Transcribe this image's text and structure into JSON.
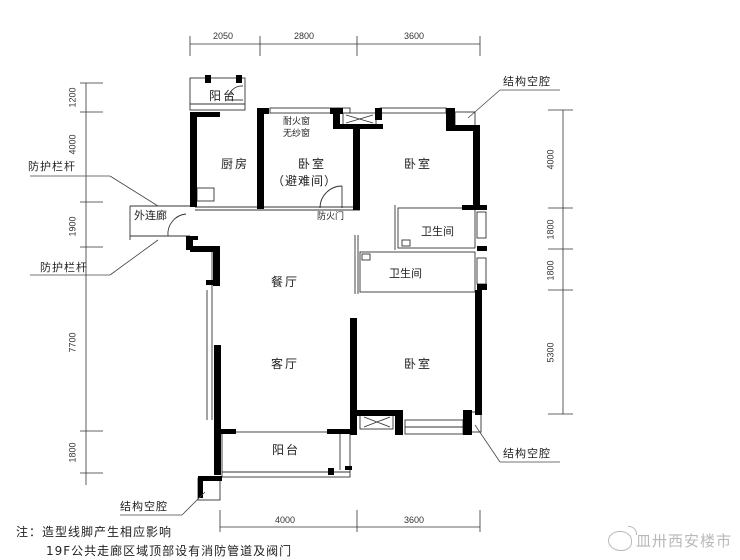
{
  "plan": {
    "top_dimensions": [
      "2050",
      "2800",
      "3600"
    ],
    "bottom_dimensions": [
      "4000",
      "3600"
    ],
    "left_dimensions": [
      "1200",
      "4000",
      "1900",
      "7700",
      "1800"
    ],
    "right_dimensions": [
      "4000",
      "1800",
      "1800",
      "5300"
    ],
    "rooms": {
      "balcony_top": "阳台",
      "kitchen": "厨房",
      "bedroom_refuge_line1": "卧室",
      "bedroom_refuge_line2": "（避难间）",
      "fire_window_line1": "耐火窗",
      "fire_window_line2": "无纱窗",
      "bedroom_ne": "卧室",
      "bathroom_1": "卫生间",
      "bathroom_2": "卫生间",
      "dining": "餐厅",
      "living": "客厅",
      "bedroom_se": "卧室",
      "balcony_bottom": "阳台",
      "outer_corridor": "外连廊",
      "fire_door": "防火门"
    },
    "callouts": {
      "structural_cavity_ne": "结构空腔",
      "structural_cavity_se": "结构空腔",
      "structural_cavity_sw": "结构空腔",
      "railing_upper": "防护栏杆",
      "railing_lower": "防护栏杆"
    }
  },
  "notes": {
    "line1": "注：造型线脚产生相应影响",
    "line2": "19F公共走廊区域顶部设有消防管道及阀门"
  },
  "watermark": {
    "text": "皿卅西安楼市"
  }
}
